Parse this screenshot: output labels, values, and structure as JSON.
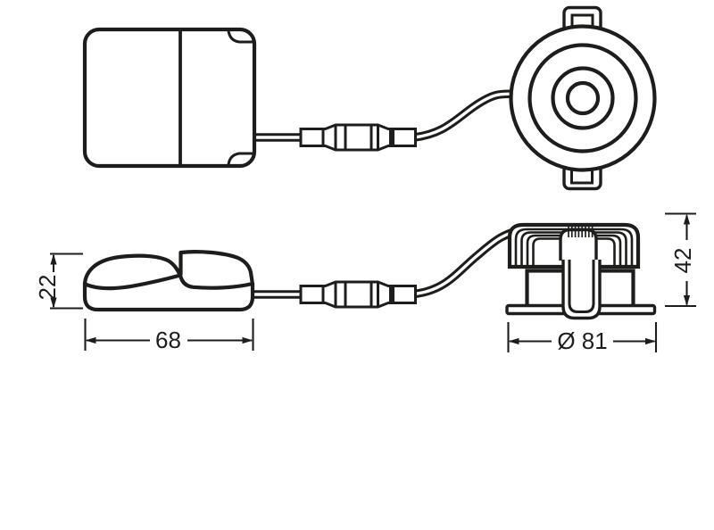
{
  "drawing": {
    "background_color": "#ffffff",
    "line_color": "#1d1d1b",
    "views": {
      "top_left": "driver-box-top-view",
      "top_right": "spotlight-top-view",
      "bottom_left": "driver-box-side-view",
      "bottom_right": "spotlight-side-view"
    },
    "dimensions": {
      "driver_height": "22",
      "driver_length": "68",
      "spot_diameter": "Ø 81",
      "spot_height": "42"
    }
  }
}
